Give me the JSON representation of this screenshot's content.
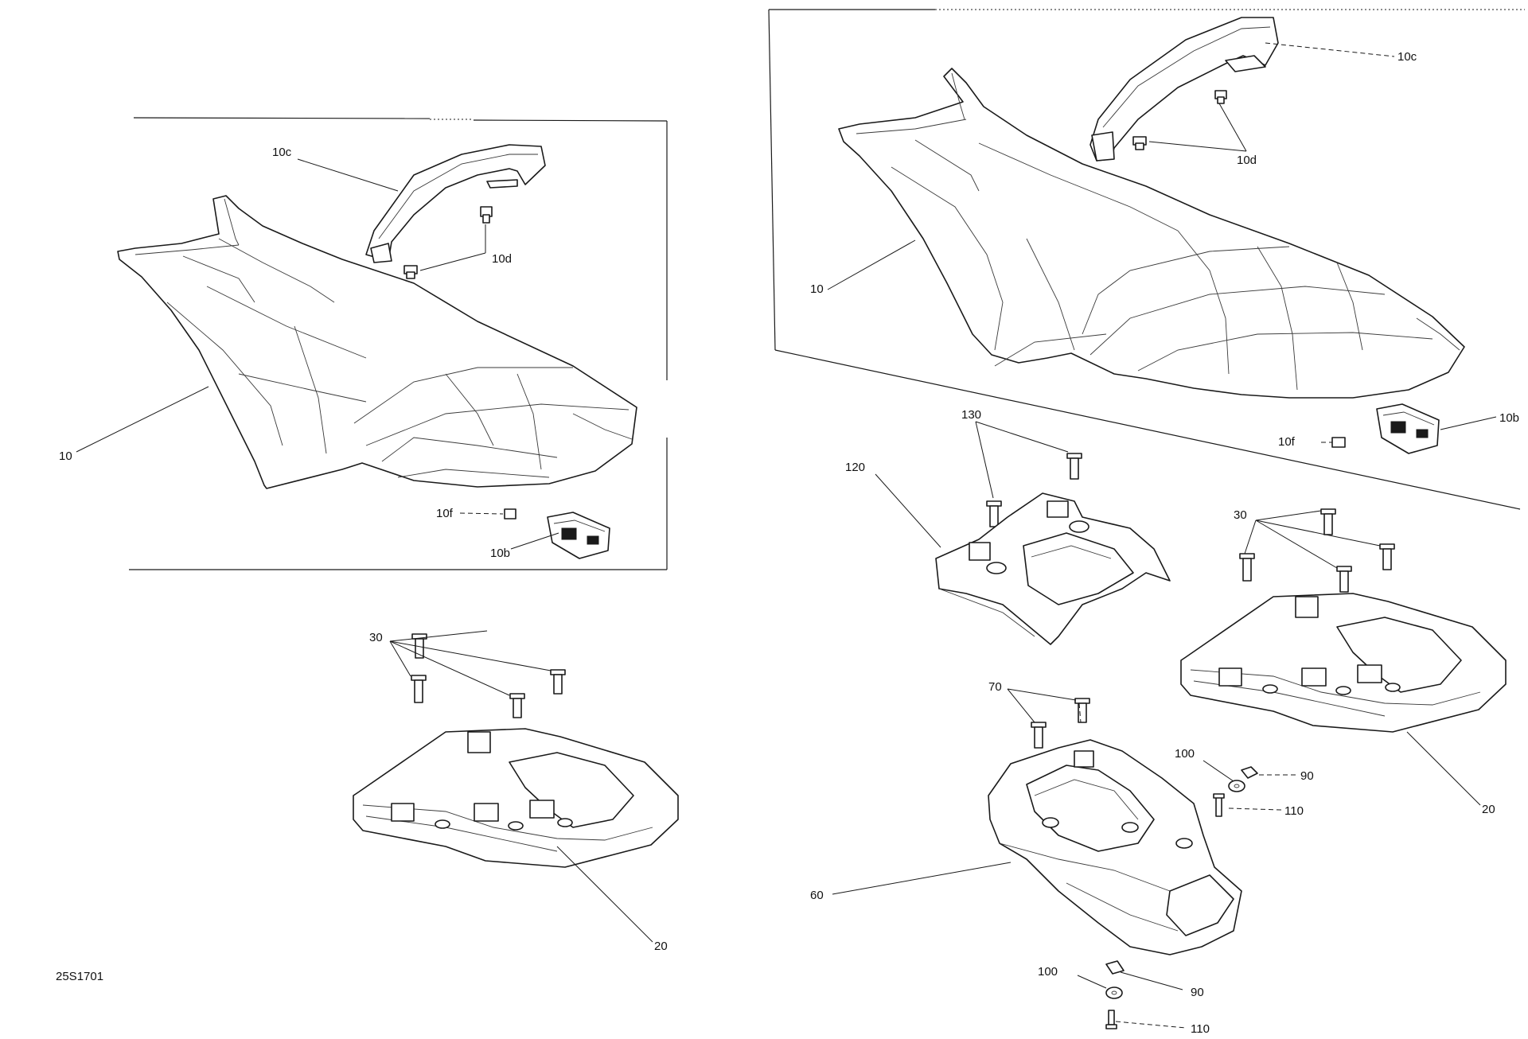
{
  "figure_code": "25S1701",
  "left": {
    "labels": {
      "seat": "10",
      "strap": "10c",
      "clip": "10d",
      "nut": "10f",
      "latch": "10b",
      "screws": "30",
      "rack": "20"
    }
  },
  "right": {
    "labels": {
      "strap": "10c",
      "clip": "10d",
      "seat": "10",
      "nut": "10f",
      "latch": "10b",
      "screw_130": "130",
      "storage_tray": "120",
      "screws_30": "30",
      "rack": "20",
      "screws_70": "70",
      "washer_upper": "100",
      "nut_upper": "90",
      "bolt_upper": "110",
      "rear_housing": "60",
      "washer_lower": "100",
      "nut_lower": "90",
      "bolt_lower": "110"
    }
  }
}
